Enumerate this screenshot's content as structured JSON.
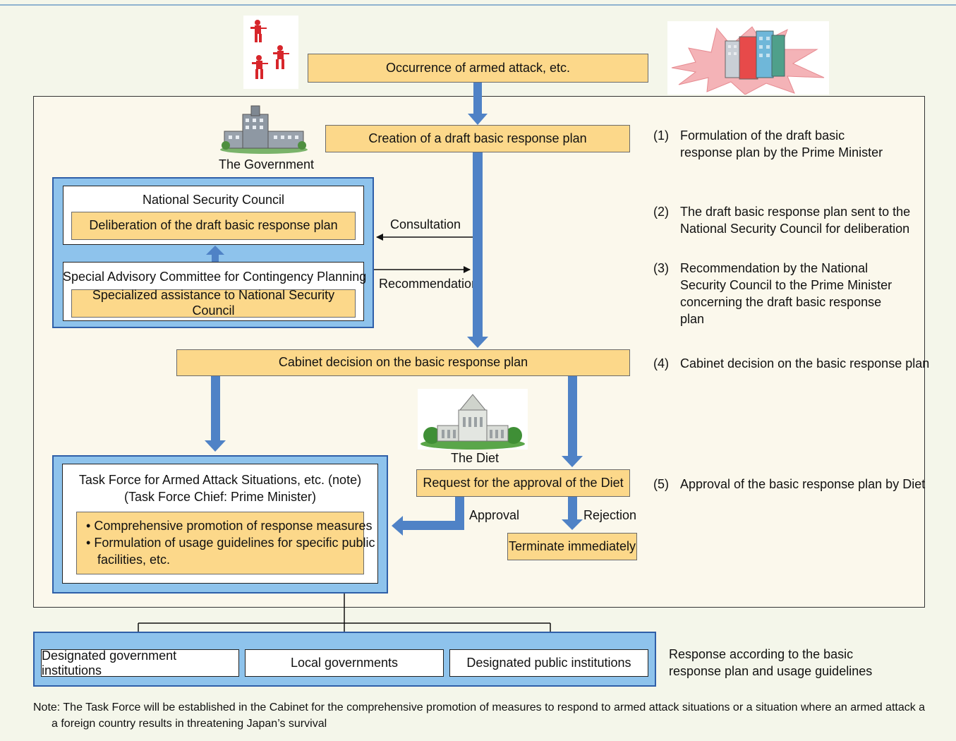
{
  "boxes": {
    "occurrence": "Occurrence of armed attack, etc.",
    "draft_creation": "Creation of a draft basic response plan",
    "deliberation": "Deliberation of the draft basic response plan",
    "specialized_assistance": "Specialized assistance to National Security Council",
    "cabinet_decision": "Cabinet decision on the basic response plan",
    "request_approval": "Request for the approval of the Diet",
    "terminate": "Terminate immediately"
  },
  "headings": {
    "government": "The Government",
    "nsc": "National Security Council",
    "advisory_committee": "Special Advisory Committee for Contingency Planning",
    "diet": "The Diet",
    "task_force_line1": "Task Force for Armed Attack Situations, etc. (note)",
    "task_force_line2": "(Task Force Chief: Prime Minister)"
  },
  "task_force_items": [
    "Comprehensive promotion of response measures",
    "Formulation of usage guidelines for specific public",
    "facilities, etc."
  ],
  "arrow_labels": {
    "consultation": "Consultation",
    "recommendation": "Recommendation",
    "approval": "Approval",
    "rejection": "Rejection"
  },
  "steps": [
    {
      "num": "(1)",
      "text": "Formulation of the draft basic response plan by the Prime Minister"
    },
    {
      "num": "(2)",
      "text": "The draft basic response plan sent to the National Security Council for deliberation"
    },
    {
      "num": "(3)",
      "text": "Recommendation by the National Security Council to the Prime Minister concerning the draft basic response plan"
    },
    {
      "num": "(4)",
      "text": "Cabinet decision on the basic response plan"
    },
    {
      "num": "(5)",
      "text": "Approval of the basic response plan by Diet"
    }
  ],
  "institutions": [
    "Designated government institutions",
    "Local governments",
    "Designated public institutions"
  ],
  "response_note": {
    "line1": "Response according to the basic",
    "line2": "response plan and usage guidelines"
  },
  "footnote": {
    "line1": "Note: The Task Force will be established in the Cabinet for the comprehensive promotion of measures to respond to armed attack situations or a situation where an armed attack a",
    "line2": "a foreign country results in threatening Japan’s survival"
  },
  "colors": {
    "box_fill": "#fcd88a",
    "panel_blue": "#8ec3ec",
    "arrow_blue": "#4f82c6",
    "frame_bg": "#fbf8ec"
  }
}
